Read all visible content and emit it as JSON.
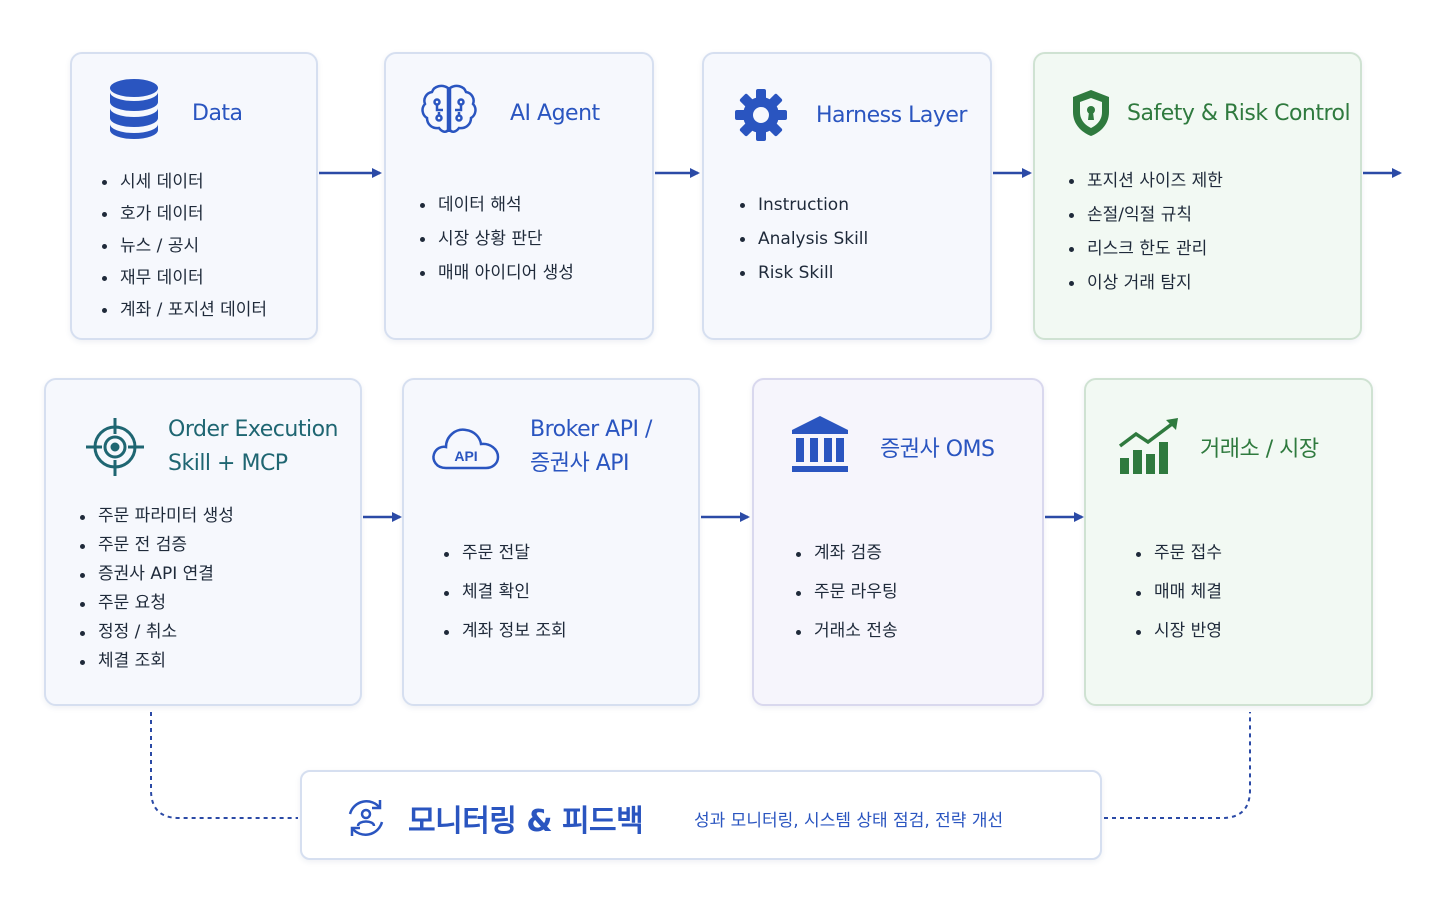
{
  "diagram": {
    "cards": [
      {
        "title": "Data",
        "items": [
          "시세 데이터",
          "호가 데이터",
          "뉴스 / 공시",
          "재무 데이터",
          "계좌 / 포지션 데이터"
        ],
        "icon": "database-icon"
      },
      {
        "title": "AI Agent",
        "items": [
          "데이터 해석",
          "시장 상황 판단",
          "매매 아이디어 생성"
        ],
        "icon": "brain-icon"
      },
      {
        "title": "Harness Layer",
        "items": [
          "Instruction",
          "Analysis Skill",
          "Risk Skill"
        ],
        "icon": "gear-icon"
      },
      {
        "title": "Safety & Risk Control",
        "items": [
          "포지션 사이즈 제한",
          "손절/익절 규칙",
          "리스크 한도 관리",
          "이상 거래 탐지"
        ],
        "icon": "shield-icon"
      },
      {
        "title_line1": "Order Execution",
        "title_line2": "Skill + MCP",
        "items": [
          "주문 파라미터 생성",
          "주문 전 검증",
          "증권사 API 연결",
          "주문 요청",
          "정정 / 취소",
          "체결 조회"
        ],
        "icon": "target-icon"
      },
      {
        "title_line1": "Broker API /",
        "title_line2": "증권사 API",
        "items": [
          "주문 전달",
          "체결 확인",
          "계좌 정보 조회"
        ],
        "icon": "api-cloud-icon",
        "icon_label": "API"
      },
      {
        "title": "증권사 OMS",
        "items": [
          "계좌 검증",
          "주문 라우팅",
          "거래소 전송"
        ],
        "icon": "bank-icon"
      },
      {
        "title": "거래소 / 시장",
        "items": [
          "주문 접수",
          "매매 체결",
          "시장 반영"
        ],
        "icon": "chart-up-icon"
      }
    ],
    "feedback": {
      "title": "모니터링 & 피드백",
      "description": "성과 모니터링, 시스템 상태 점검, 전략 개선",
      "icon": "refresh-icon"
    },
    "colors": {
      "blue": "#2a55c0",
      "teal": "#1f6672",
      "green": "#2f7a3e",
      "arrow": "#2b4aa6"
    }
  }
}
